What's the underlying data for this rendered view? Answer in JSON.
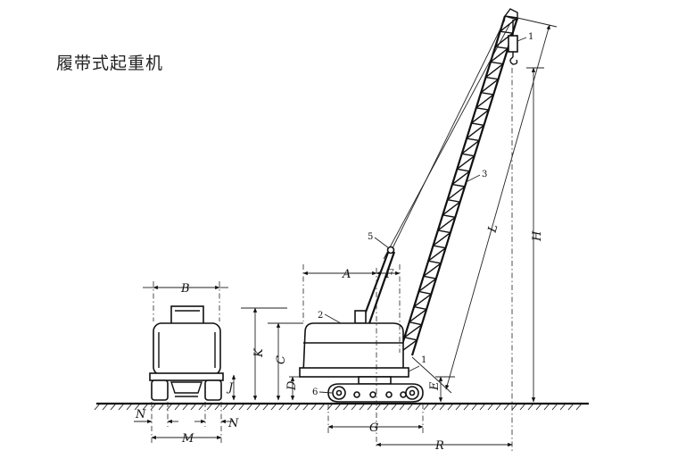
{
  "title": "履带式起重机",
  "dimension_labels": {
    "A": "A",
    "B": "B",
    "C": "C",
    "D": "D",
    "E": "E",
    "F": "F",
    "G": "G",
    "H": "H",
    "J": "J",
    "K": "K",
    "L": "L",
    "M": "M",
    "N_left": "N",
    "N_right": "N",
    "R": "R"
  },
  "part_numbers": {
    "p1_top": "1",
    "p1": "1",
    "p2": "2",
    "p3": "3",
    "p5": "5",
    "p6": "6"
  }
}
